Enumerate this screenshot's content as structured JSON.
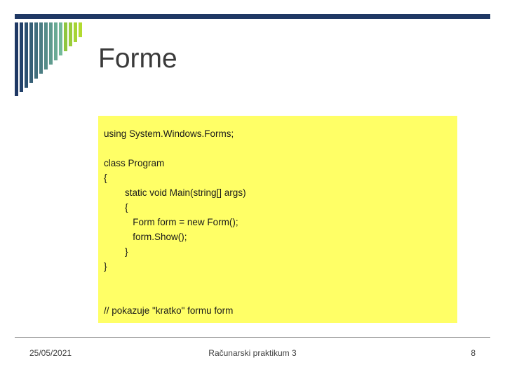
{
  "slide": {
    "title": "Forme",
    "accent_bar_color": "#1f3864",
    "code_box_color": "#ffff66",
    "decor_bars": [
      {
        "color": "#1f3864",
        "height": 105
      },
      {
        "color": "#22416a",
        "height": 99
      },
      {
        "color": "#2c5070",
        "height": 93
      },
      {
        "color": "#365f76",
        "height": 86
      },
      {
        "color": "#416e7c",
        "height": 80
      },
      {
        "color": "#4b7d82",
        "height": 73
      },
      {
        "color": "#558c88",
        "height": 67
      },
      {
        "color": "#5f9b8e",
        "height": 60
      },
      {
        "color": "#69aa94",
        "height": 54
      },
      {
        "color": "#73b99a",
        "height": 47
      },
      {
        "color": "#8ec63f",
        "height": 41
      },
      {
        "color": "#9acd3a",
        "height": 34
      },
      {
        "color": "#a6d435",
        "height": 28
      },
      {
        "color": "#b2db30",
        "height": 21
      }
    ],
    "code_lines": [
      "using System.Windows.Forms;",
      "",
      "class Program",
      "{",
      "        static void Main(string[] args)",
      "        {",
      "           Form form = new Form();",
      "           form.Show();",
      "        }",
      "}",
      "",
      "",
      "// pokazuje \"kratko\" formu form"
    ]
  },
  "footer": {
    "date": "25/05/2021",
    "center_text": "Računarski praktikum 3",
    "page_number": "8"
  }
}
